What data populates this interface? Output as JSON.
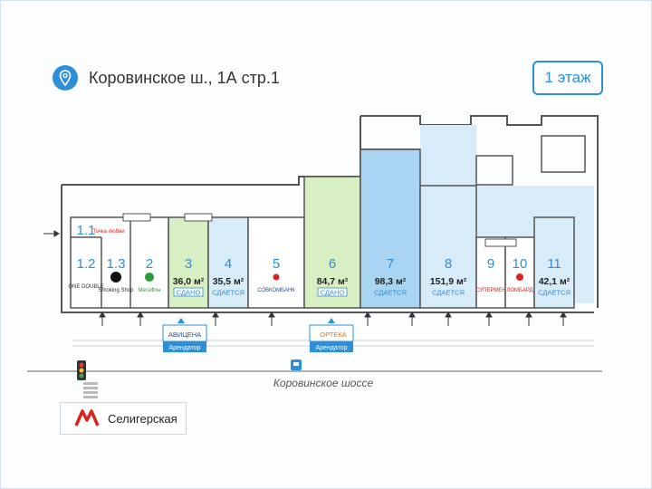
{
  "header": {
    "address": "Коровинское ш., 1А стр.1",
    "floor_button": "1 этаж"
  },
  "units": [
    {
      "id": "1.1",
      "name": "1.1",
      "logo": "Точка любви",
      "area": "",
      "status": ""
    },
    {
      "id": "1.2",
      "name": "1.2",
      "logo": "ONE DOUBLE",
      "area": "",
      "status": ""
    },
    {
      "id": "1.3",
      "name": "1.3",
      "logo": "Smoking Shop",
      "area": "",
      "status": ""
    },
    {
      "id": "2",
      "name": "2",
      "logo": "МегаФон",
      "area": "",
      "status": ""
    },
    {
      "id": "3",
      "name": "3",
      "logo": "",
      "area": "36,0 м²",
      "status": "СДАНО"
    },
    {
      "id": "4",
      "name": "4",
      "logo": "",
      "area": "35,5 м²",
      "status": "СДАЕТСЯ"
    },
    {
      "id": "5",
      "name": "5",
      "logo": "СОВКОМБАНК",
      "area": "",
      "status": ""
    },
    {
      "id": "6",
      "name": "6",
      "logo": "",
      "area": "84,7 м²",
      "status": "СДАНО"
    },
    {
      "id": "7",
      "name": "7",
      "logo": "",
      "area": "98,3 м²",
      "status": "СДАЕТСЯ"
    },
    {
      "id": "8",
      "name": "8",
      "logo": "",
      "area": "151,9 м²",
      "status": "СДАЕТСЯ"
    },
    {
      "id": "9",
      "name": "9",
      "logo": "СУПЕРМЕН",
      "area": "",
      "status": ""
    },
    {
      "id": "10",
      "name": "10",
      "logo": "ЛОМБАРД",
      "area": "",
      "status": ""
    },
    {
      "id": "11",
      "name": "11",
      "logo": "",
      "area": "42,1 м²",
      "status": "СДАЕТСЯ"
    }
  ],
  "tenant_tags": [
    {
      "logo": "АВИЦЕНА",
      "label": "Арендатор"
    },
    {
      "logo": "ОРТЕКА",
      "label": "Арендатор"
    }
  ],
  "street": "Коровинское шоссе",
  "metro": {
    "name": "Селигерская",
    "icon": "metro-m-icon"
  },
  "colors": {
    "accent": "#2d8fd5",
    "blue_fill": "#d7ebf8",
    "blue_strong": "#a9d4f2",
    "green_fill": "#d8efc4",
    "wall": "#555555",
    "status_text": "#2d8fd5"
  }
}
